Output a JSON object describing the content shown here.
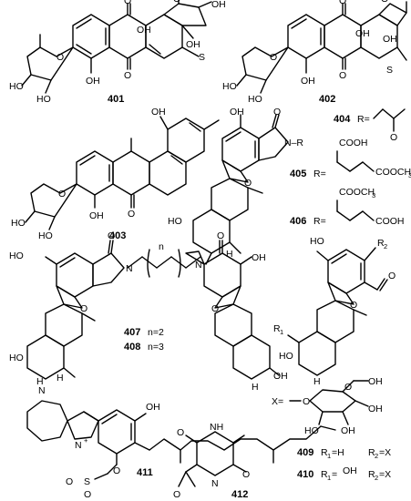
{
  "compounds": {
    "c401": "401",
    "c402": "402",
    "c403": "403",
    "c404": "404",
    "c405": "405",
    "c406": "406",
    "c407": "407",
    "c408": "408",
    "c409": "409",
    "c410": "410",
    "c411": "411",
    "c412": "412"
  },
  "labels": {
    "n2": "n=2",
    "n3": "n=3",
    "r_eq": "R=",
    "r1_eq": "R",
    "r1_sub": "1",
    "r2_eq": "R",
    "r2_sub": "2",
    "x_eq": "X=",
    "eq_h": "=H",
    "eq_x": "=X",
    "eq_oh": "=",
    "oh_txt": "OH"
  },
  "atoms": {
    "O": "O",
    "OH": "OH",
    "HO": "HO",
    "S": "S",
    "N": "N",
    "NH": "NH",
    "H": "H",
    "N_R": "N–R",
    "COOH": "COOH",
    "COOCH3": "COOCH",
    "three": "3",
    "COOCH3b": "COOCH",
    "N_plus": "+",
    "N_H": "H",
    "OSO3": "O",
    "S_atom": "S"
  }
}
